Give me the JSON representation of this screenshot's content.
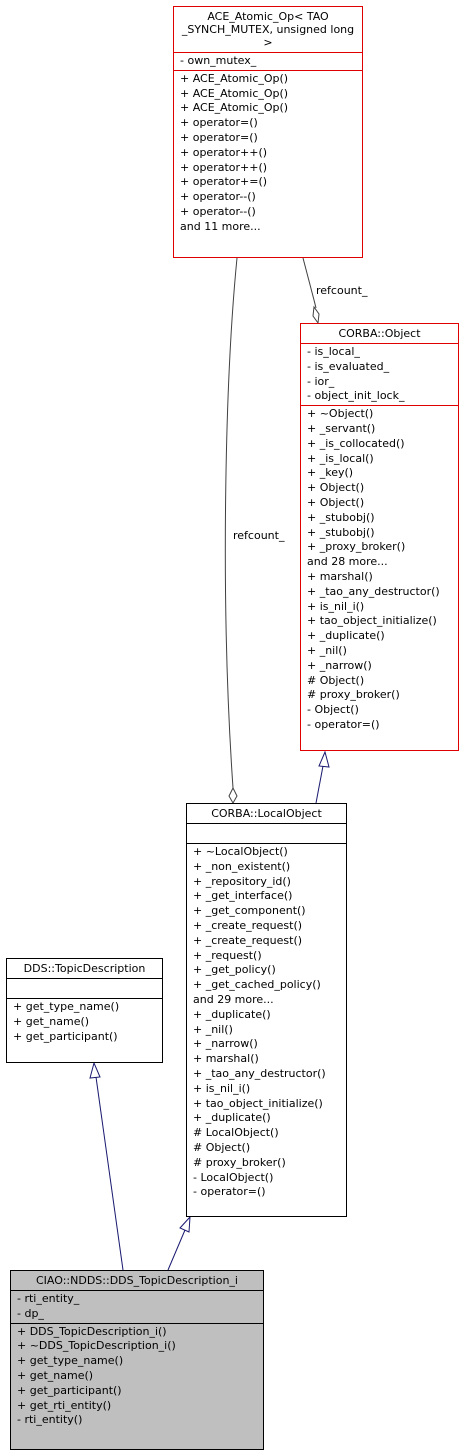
{
  "classes": {
    "ace_atomic_op": {
      "title": "ACE_Atomic_Op< TAO _SYNCH_MUTEX, unsigned long >",
      "attributes": [
        "- own_mutex_"
      ],
      "methods": [
        "+ ACE_Atomic_Op()",
        "+ ACE_Atomic_Op()",
        "+ ACE_Atomic_Op()",
        "+ operator=()",
        "+ operator=()",
        "+ operator++()",
        "+ operator++()",
        "+ operator+=()",
        "+ operator--()",
        "+ operator--()",
        "and 11 more..."
      ]
    },
    "corba_object": {
      "title": "CORBA::Object",
      "attributes": [
        "- is_local_",
        "- is_evaluated_",
        "- ior_",
        "- object_init_lock_"
      ],
      "methods": [
        "+ ~Object()",
        "+ _servant()",
        "+ _is_collocated()",
        "+ _is_local()",
        "+ _key()",
        "+ Object()",
        "+ Object()",
        "+ _stubobj()",
        "+ _stubobj()",
        "+ _proxy_broker()",
        "and 28 more...",
        "+ marshal()",
        "+ _tao_any_destructor()",
        "+ is_nil_i()",
        "+ tao_object_initialize()",
        "+ _duplicate()",
        "+ _nil()",
        "+ _narrow()",
        "# Object()",
        "# proxy_broker()",
        "- Object()",
        "- operator=()"
      ]
    },
    "corba_localobject": {
      "title": "CORBA::LocalObject",
      "attributes": [],
      "methods": [
        "+ ~LocalObject()",
        "+ _non_existent()",
        "+ _repository_id()",
        "+ _get_interface()",
        "+ _get_component()",
        "+ _create_request()",
        "+ _create_request()",
        "+ _request()",
        "+ _get_policy()",
        "+ _get_cached_policy()",
        "and 29 more...",
        "+ _duplicate()",
        "+ _nil()",
        "+ _narrow()",
        "+ marshal()",
        "+ _tao_any_destructor()",
        "+ is_nil_i()",
        "+ tao_object_initialize()",
        "+ _duplicate()",
        "# LocalObject()",
        "# Object()",
        "# proxy_broker()",
        "- LocalObject()",
        "- operator=()"
      ]
    },
    "dds_topicdescription": {
      "title": "DDS::TopicDescription",
      "attributes": [],
      "methods": [
        "+ get_type_name()",
        "+ get_name()",
        "+ get_participant()"
      ]
    },
    "ciao_topicdescription_i": {
      "title": "CIAO::NDDS::DDS_TopicDescription_i",
      "attributes": [
        "- rti_entity_",
        "- dp_"
      ],
      "methods": [
        "+ DDS_TopicDescription_i()",
        "+ ~DDS_TopicDescription_i()",
        "+ get_type_name()",
        "+ get_name()",
        "+ get_participant()",
        "+ get_rti_entity()",
        "- rti_entity()"
      ]
    }
  },
  "edge_labels": {
    "refcount_object": "refcount_",
    "refcount_localobject": "refcount_"
  },
  "colors": {
    "template_border": "#e00000",
    "normal_border": "#000000",
    "highlight_fill": "#bfbfbf",
    "inheritance_edge": "#191970",
    "usage_edge": "#404040"
  }
}
